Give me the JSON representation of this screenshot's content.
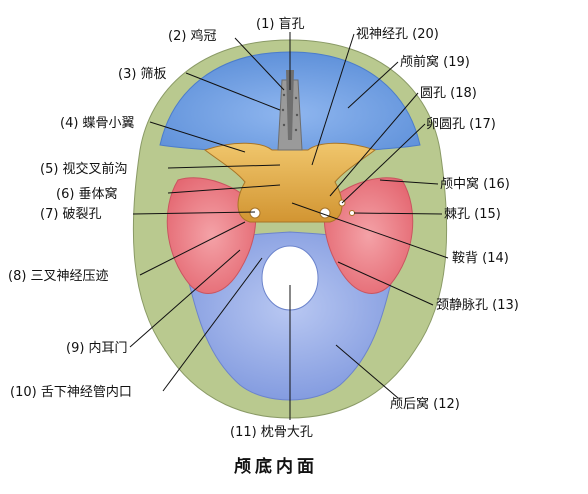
{
  "caption": "颅底内面",
  "labels": {
    "l1": "(1) 盲孔",
    "l2": "(2) 鸡冠",
    "l3": "(3) 筛板",
    "l4": "(4) 蝶骨小翼",
    "l5": "(5) 视交叉前沟",
    "l6": "(6) 垂体窝",
    "l7": "(7) 破裂孔",
    "l8": "(8) 三叉神经压迹",
    "l9": "(9) 内耳门",
    "l10": "(10) 舌下神经管内口",
    "l11": "(11) 枕骨大孔",
    "l12": "颅后窝 (12)",
    "l13": "颈静脉孔 (13)",
    "l14": "鞍背 (14)",
    "l15": "棘孔 (15)",
    "l16": "颅中窝 (16)",
    "l17": "卵圆孔 (17)",
    "l18": "圆孔 (18)",
    "l19": "颅前窝 (19)",
    "l20": "视神经孔 (20)"
  },
  "colors": {
    "anterior_fossa": "#6f9fe0",
    "middle_fossa": "#ee7f86",
    "posterior_fossa": "#8ea6e6",
    "sphenoid": "#e6b04a",
    "rim": "#b9c98f",
    "ethmoid": "#9a9a9a"
  }
}
